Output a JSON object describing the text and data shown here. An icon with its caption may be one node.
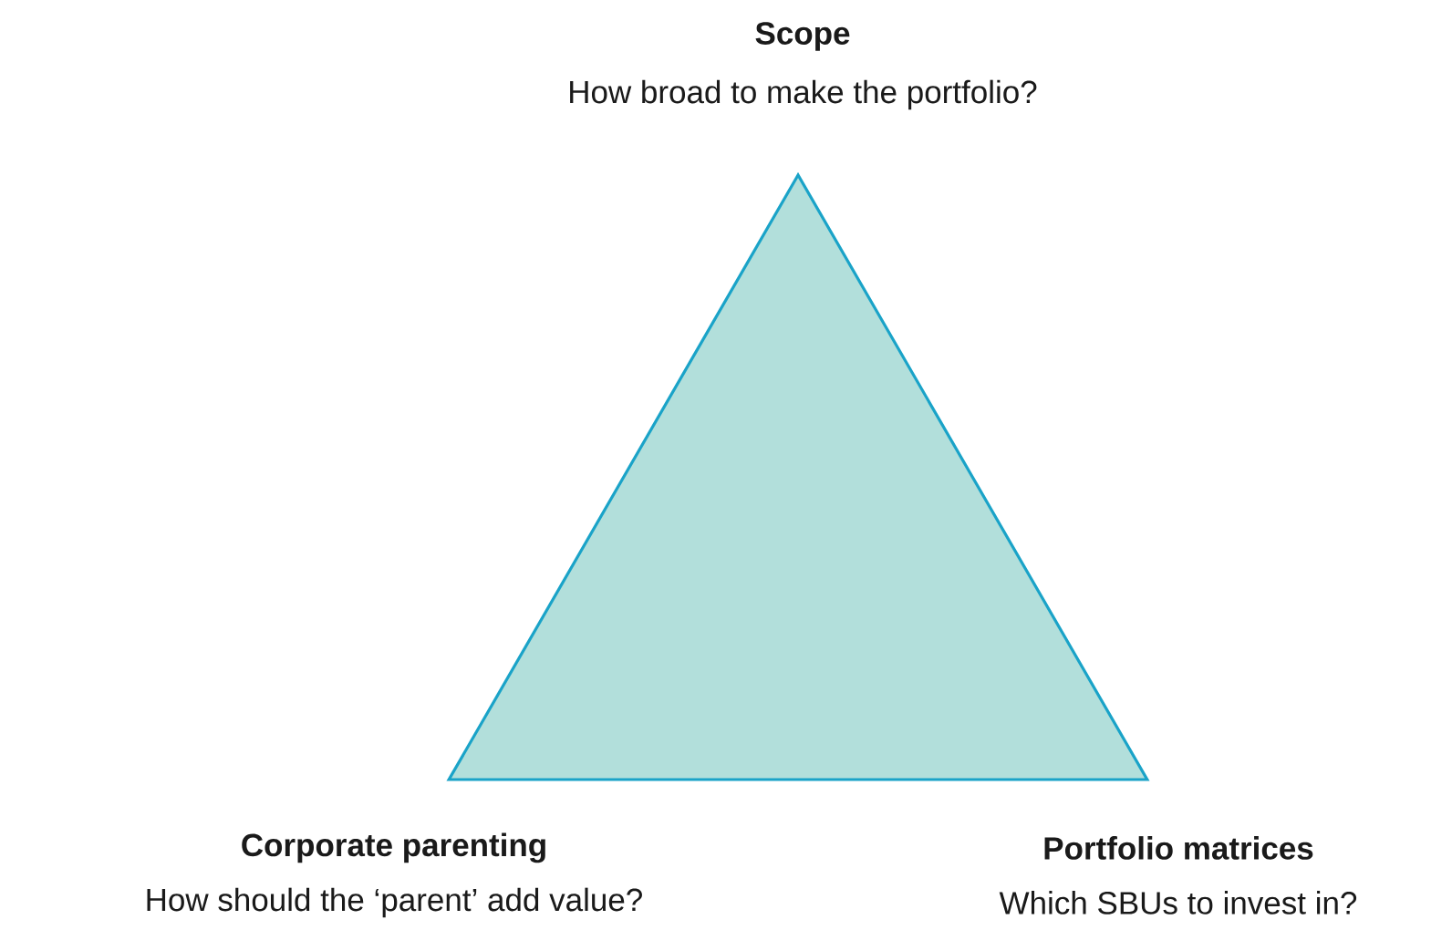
{
  "diagram": {
    "nodes": [
      {
        "text": [],
        "shape": "triangle"
      }
    ],
    "labels": [
      "Scope",
      "How broad to make the portfolio?",
      "Corporate parenting",
      "How should the ‘parent’ add value?",
      "Portfolio matrices",
      "Which SBUs to invest in?"
    ]
  }
}
